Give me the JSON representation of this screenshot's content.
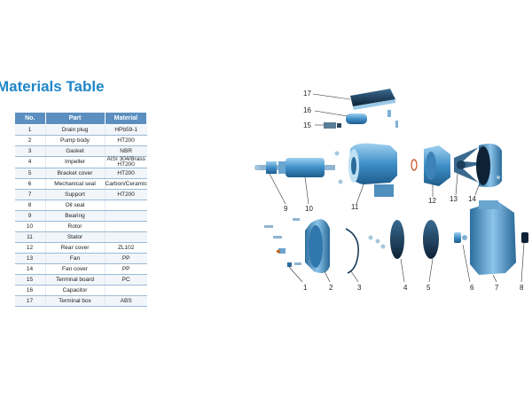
{
  "title": "Materials Table",
  "table": {
    "headers": [
      "No.",
      "Part",
      "Material"
    ],
    "rows": [
      {
        "no": "1",
        "part": "Drain plug",
        "material": "HPb59-1"
      },
      {
        "no": "2",
        "part": "Pump body",
        "material": "HT200"
      },
      {
        "no": "3",
        "part": "Gasket",
        "material": "NBR"
      },
      {
        "no": "4",
        "part": "Impeller",
        "material": "AISI 304/Brass HT200"
      },
      {
        "no": "5",
        "part": "Bracket cover",
        "material": "HT200"
      },
      {
        "no": "6",
        "part": "Mechanical seal",
        "material": "Carbon/Ceramic"
      },
      {
        "no": "7",
        "part": "Support",
        "material": "HT200"
      },
      {
        "no": "8",
        "part": "Oil seal",
        "material": ""
      },
      {
        "no": "9",
        "part": "Bearing",
        "material": ""
      },
      {
        "no": "10",
        "part": "Rotor",
        "material": ""
      },
      {
        "no": "11",
        "part": "Stator",
        "material": ""
      },
      {
        "no": "12",
        "part": "Rear cover",
        "material": "ZL102"
      },
      {
        "no": "13",
        "part": "Fan",
        "material": "PP"
      },
      {
        "no": "14",
        "part": "Fan cover",
        "material": "PP"
      },
      {
        "no": "15",
        "part": "Terminal board",
        "material": "PC"
      },
      {
        "no": "16",
        "part": "Capacitor",
        "material": ""
      },
      {
        "no": "17",
        "part": "Terminal box",
        "material": "ABS"
      }
    ]
  },
  "diagram": {
    "callouts": [
      "1",
      "2",
      "3",
      "4",
      "5",
      "6",
      "7",
      "8",
      "9",
      "10",
      "11",
      "12",
      "13",
      "14",
      "15",
      "16",
      "17"
    ]
  },
  "colors": {
    "title": "#1f86c8",
    "header_bg": "#5b8fc0",
    "part_blue": "#3f8fc8",
    "part_light": "#8cc1e6",
    "part_dark": "#1b3d5a"
  }
}
